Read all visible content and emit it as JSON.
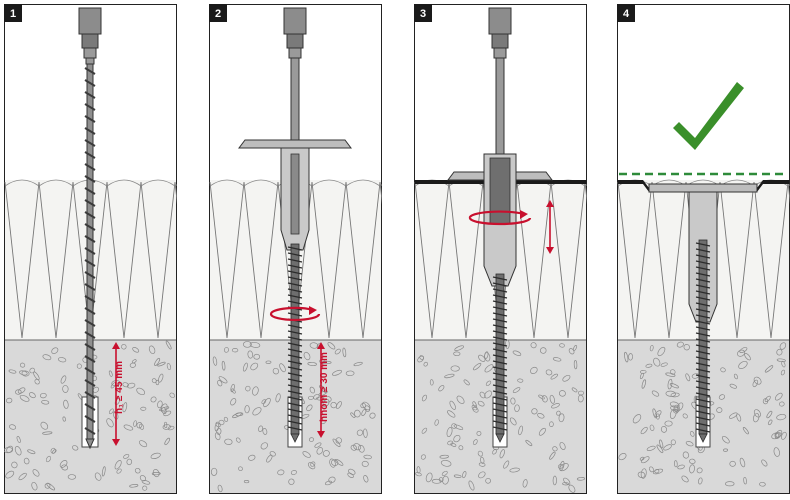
{
  "steps": [
    {
      "number": "1",
      "dimension_label": "h₁ ≥ 45 mm"
    },
    {
      "number": "2",
      "dimension_label": "hnom ≥ 30 mm"
    },
    {
      "number": "3"
    },
    {
      "number": "4"
    }
  ],
  "colors": {
    "concrete": "#d9d9d9",
    "insulation": "#f4f4f2",
    "metal": "#9a9a9a",
    "accent_red": "#c8102e",
    "check_green": "#3a8f2a",
    "dashed_green": "#2e8b3a",
    "badge": "#1a1a1a"
  }
}
